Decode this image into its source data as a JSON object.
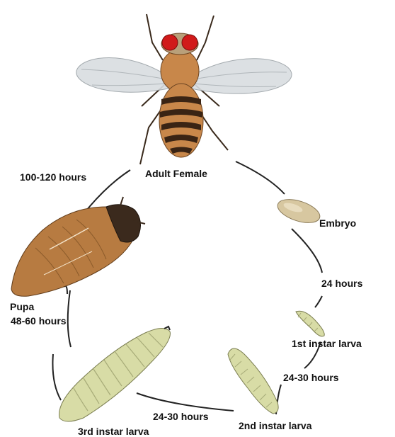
{
  "labels": {
    "adult_female": "Adult Female",
    "embryo": "Embryo",
    "first_instar": "1st instar larva",
    "second_instar": "2nd instar larva",
    "third_instar": "3rd instar larva",
    "pupa": "Pupa"
  },
  "durations": {
    "adult_to_pupa": "100-120 hours",
    "embryo_to_first": "24 hours",
    "first_to_second": "24-30 hours",
    "second_to_third": "24-30 hours",
    "third_to_pupa": "48-60 hours"
  },
  "colors": {
    "cycle_line": "#222222",
    "fly_body": "#c8874a",
    "fly_stripes": "#3a2414",
    "fly_eye": "#d11a1a",
    "wing": "#d9dde0",
    "larva": "#d8dca6",
    "pupa_body": "#b77b41",
    "pupa_head": "#3b2a1d",
    "embryo": "#d7c7a0"
  }
}
